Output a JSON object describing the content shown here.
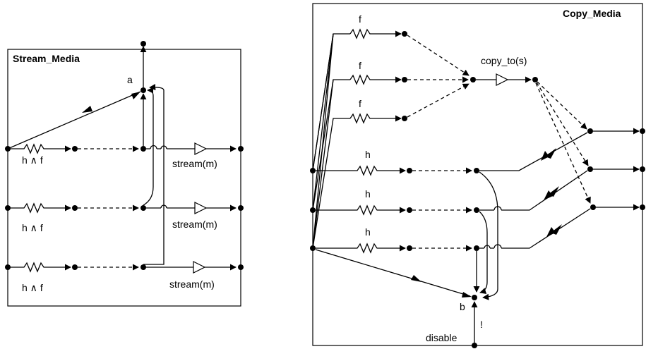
{
  "diagrams": {
    "stream_media": {
      "title": "Stream_Media",
      "node_a": "a",
      "rows": [
        {
          "guard": "h ∧ f",
          "action": "stream(m)"
        },
        {
          "guard": "h ∧ f",
          "action": "stream(m)"
        },
        {
          "guard": "h ∧ f",
          "action": "stream(m)"
        }
      ]
    },
    "copy_media": {
      "title": "Copy_Media",
      "copy_action": "copy_to(s)",
      "f_rows": [
        "f",
        "f",
        "f"
      ],
      "h_rows": [
        "h",
        "h",
        "h"
      ],
      "node_b": "b",
      "negation": "!",
      "disable": "disable"
    }
  }
}
